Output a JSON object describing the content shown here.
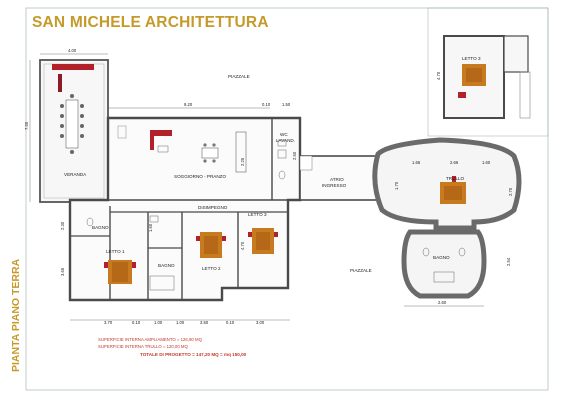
{
  "title": "SAN MICHELE ARCHITETTURA",
  "side_title": "PIANTA PIANO TERRA",
  "rooms": {
    "piazzale_top": "PIAZZALE",
    "veranda": "VERANDA",
    "soggiorno": "SOGGIORNO - PRANZO",
    "wc": "WC",
    "lavand": "LAVAND.",
    "atrio": "ATRIO",
    "ingresso": "INGRESSO",
    "disimpegno": "DISIMPEGNO",
    "letto1": "LETTO 1",
    "letto2": "LETTO 2",
    "letto3_main": "LETTO 3",
    "bagno_left": "BAGNO",
    "bagno_mid": "BAGNO",
    "piazzale_right": "PIAZZALE",
    "trullo": "TRULLO",
    "bagno_trullo": "BAGNO",
    "letto3_inset": "LETTO 3"
  },
  "dimensions": {
    "d_4_00": "4.00",
    "d_9_20": "9.20",
    "d_0_10a": "0.10",
    "d_1_50": "1.50",
    "d_7_50": "7.50",
    "d_2_50": "2.50",
    "d_2_30": "2.30",
    "d_3_65": "3.65",
    "d_1_60": "1.60",
    "d_4_70a": "4.70",
    "d_2_25": "2.25",
    "d_3_70": "3.70",
    "d_0_10b": "0.10",
    "d_1_00a": "1.00",
    "d_1_00b": "1.00",
    "d_3_50": "3.50",
    "d_0_10c": "0.10",
    "d_3_00": "3.00",
    "d_1_66": "1.66",
    "d_2_66": "2.66",
    "d_1_60b": "1.60",
    "d_1_70": "1.70",
    "d_2_70": "2.70",
    "d_2_54": "2.54",
    "d_2_60": "2.60",
    "d_4_70b": "4.70"
  },
  "summary": {
    "line1": "SUPERFICIE INTERNA AMPLIAMENTO =     126,90 MQ",
    "line2": "SUPERFICIE INTERNA TRULLO =          120,00 MQ",
    "line3": "TOTALE DI PROGETTO = 147,20 MQ = mq 150,00"
  },
  "colors": {
    "brand": "#c69a2a",
    "wall": "#4a4a4a",
    "furniture_red": "#b2202a",
    "bed_orange": "#c87a1e",
    "label_red": "#c0392b"
  }
}
